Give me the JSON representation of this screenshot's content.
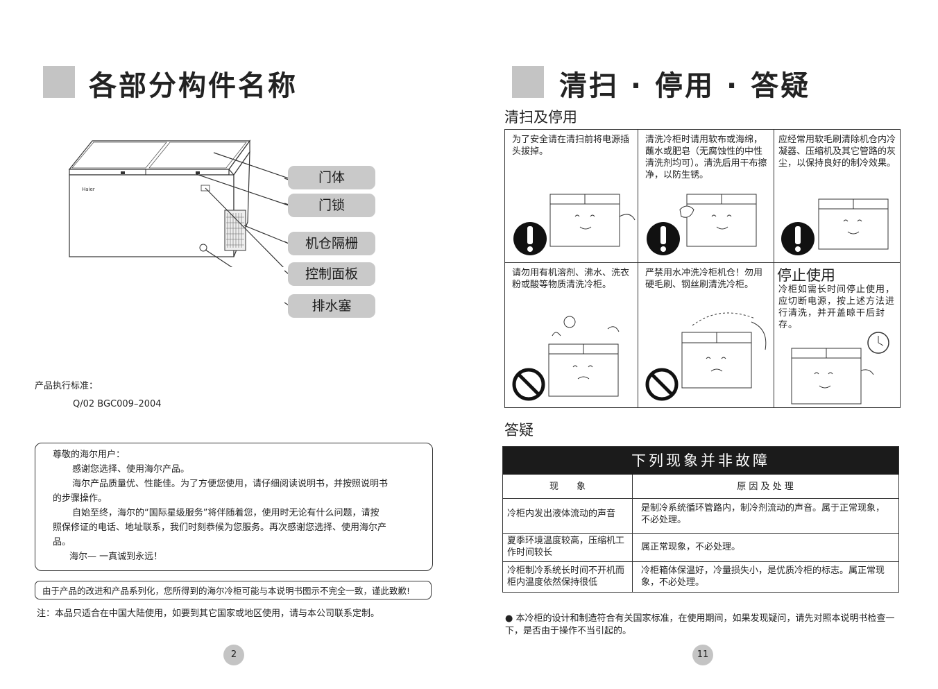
{
  "left_page": {
    "title": "各部分构件名称",
    "parts": {
      "door": "门体",
      "lock": "门锁",
      "grille": "机仓隔栅",
      "panel": "控制面板",
      "drain": "排水塞"
    },
    "freezer_brand": "Haier",
    "standard_label": "产品执行标准：",
    "standard_value": "Q/02 BGC009–2004",
    "letter": {
      "greeting": "尊敬的海尔用户：",
      "p1": "感谢您选择、使用海尔产品。",
      "p2_first": "海尔产品质量优、性能佳。为了方便您使用，请仔细阅读说明书，并按照说明书",
      "p2_rest": "的步骤操作。",
      "p3_first": "自始至终，海尔的“国际星级服务”将伴随着您，使用时无论有什么问题，请按",
      "p3_mid": "照保修证的电话、地址联系，我们时刻恭候为您服务。再次感谢您选择、使用海尔产",
      "p3_rest": "品。",
      "slogan": "海尔— 一真诚到永远！"
    },
    "notice": "由于产品的改进和产品系列化，您所得到的海尔冷柜可能与本说明书图示不完全一致，谨此致歉!",
    "note": "注：本品只适合在中国大陆使用，如要到其它国家或地区使用，请与本公司联系定制。",
    "page_number": "2"
  },
  "right_page": {
    "title": "清扫 · 停用 · 答疑",
    "section1": "清扫及停用",
    "cells": [
      "为了安全请在清扫前将电源插头拔掉。",
      "清洗冷柜时请用软布或海绵，蘸水或肥皂（无腐蚀性的中性清洗剂均可）。清洗后用干布擦净，以防生锈。",
      "应经常用软毛刷清除机仓内冷凝器、压缩机及其它管路的灰尘，以保持良好的制冷效果。",
      "请勿用有机溶剂、沸水、洗衣粉或酸等物质清洗冷柜。",
      "严禁用水冲洗冷柜机仓！勿用硬毛刷、钢丝刷清洗冷柜。",
      "冷柜如需长时间停止使用，应切断电源，按上述方法进行清洗，并开盖晾干后封存。"
    ],
    "stop_title": "停止使用",
    "section2": "答疑",
    "table": {
      "title": "下列现象并非故障",
      "col1": "现　　象",
      "col2": "原 因 及 处 理",
      "rows": [
        {
          "phenomenon": "冷柜内发出液体流动的声音",
          "reason": "是制冷系统循环管路内，制冷剂流动的声音。属于正常现象，不必处理。"
        },
        {
          "phenomenon": "夏季环境温度较高，压缩机工作时间较长",
          "reason": "属正常现象，不必处理。"
        },
        {
          "phenomenon": "冷柜制冷系统长时间不开机而柜内温度依然保持很低",
          "reason": "冷柜箱体保温好，冷量损失小，是优质冷柜的标志。属正常现象，不必处理。"
        }
      ]
    },
    "bottom_note": "● 本冷柜的设计和制造符合有关国家标准，在使用期间，如果发现疑问，请先对照本说明书检查一下，是否由于操作不当引起的。",
    "page_number": "11"
  }
}
